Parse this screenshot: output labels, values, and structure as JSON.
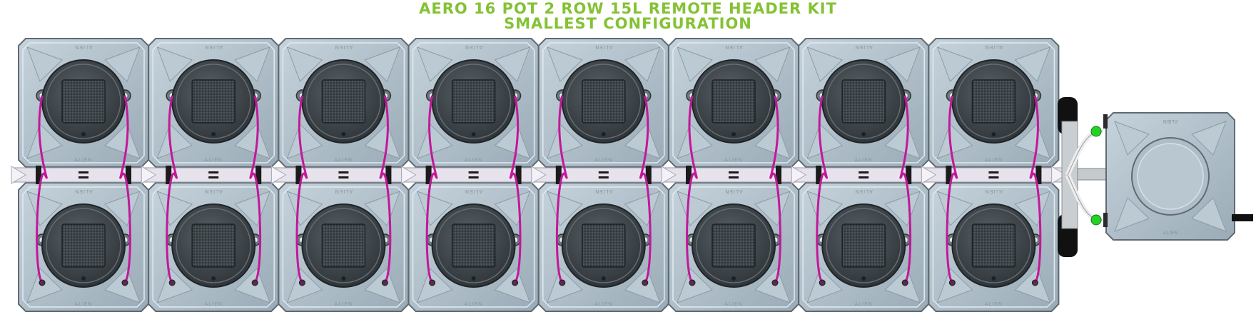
{
  "title": {
    "line1": "AERO 16 POT 2 ROW 15L REMOTE HEADER KIT",
    "line2": "SMALLEST CONFIGURATION"
  },
  "colors": {
    "title": "#84c234",
    "pot_body": "#aab9c4",
    "pot_dark": "#3d4449",
    "hose": "#c2189a",
    "pipe": "#e6e3ec",
    "valve": "#22d322"
  },
  "layout": {
    "rows": 2,
    "pots_per_row": 8,
    "reservoir": 1
  },
  "pot_text": "ALIEN"
}
